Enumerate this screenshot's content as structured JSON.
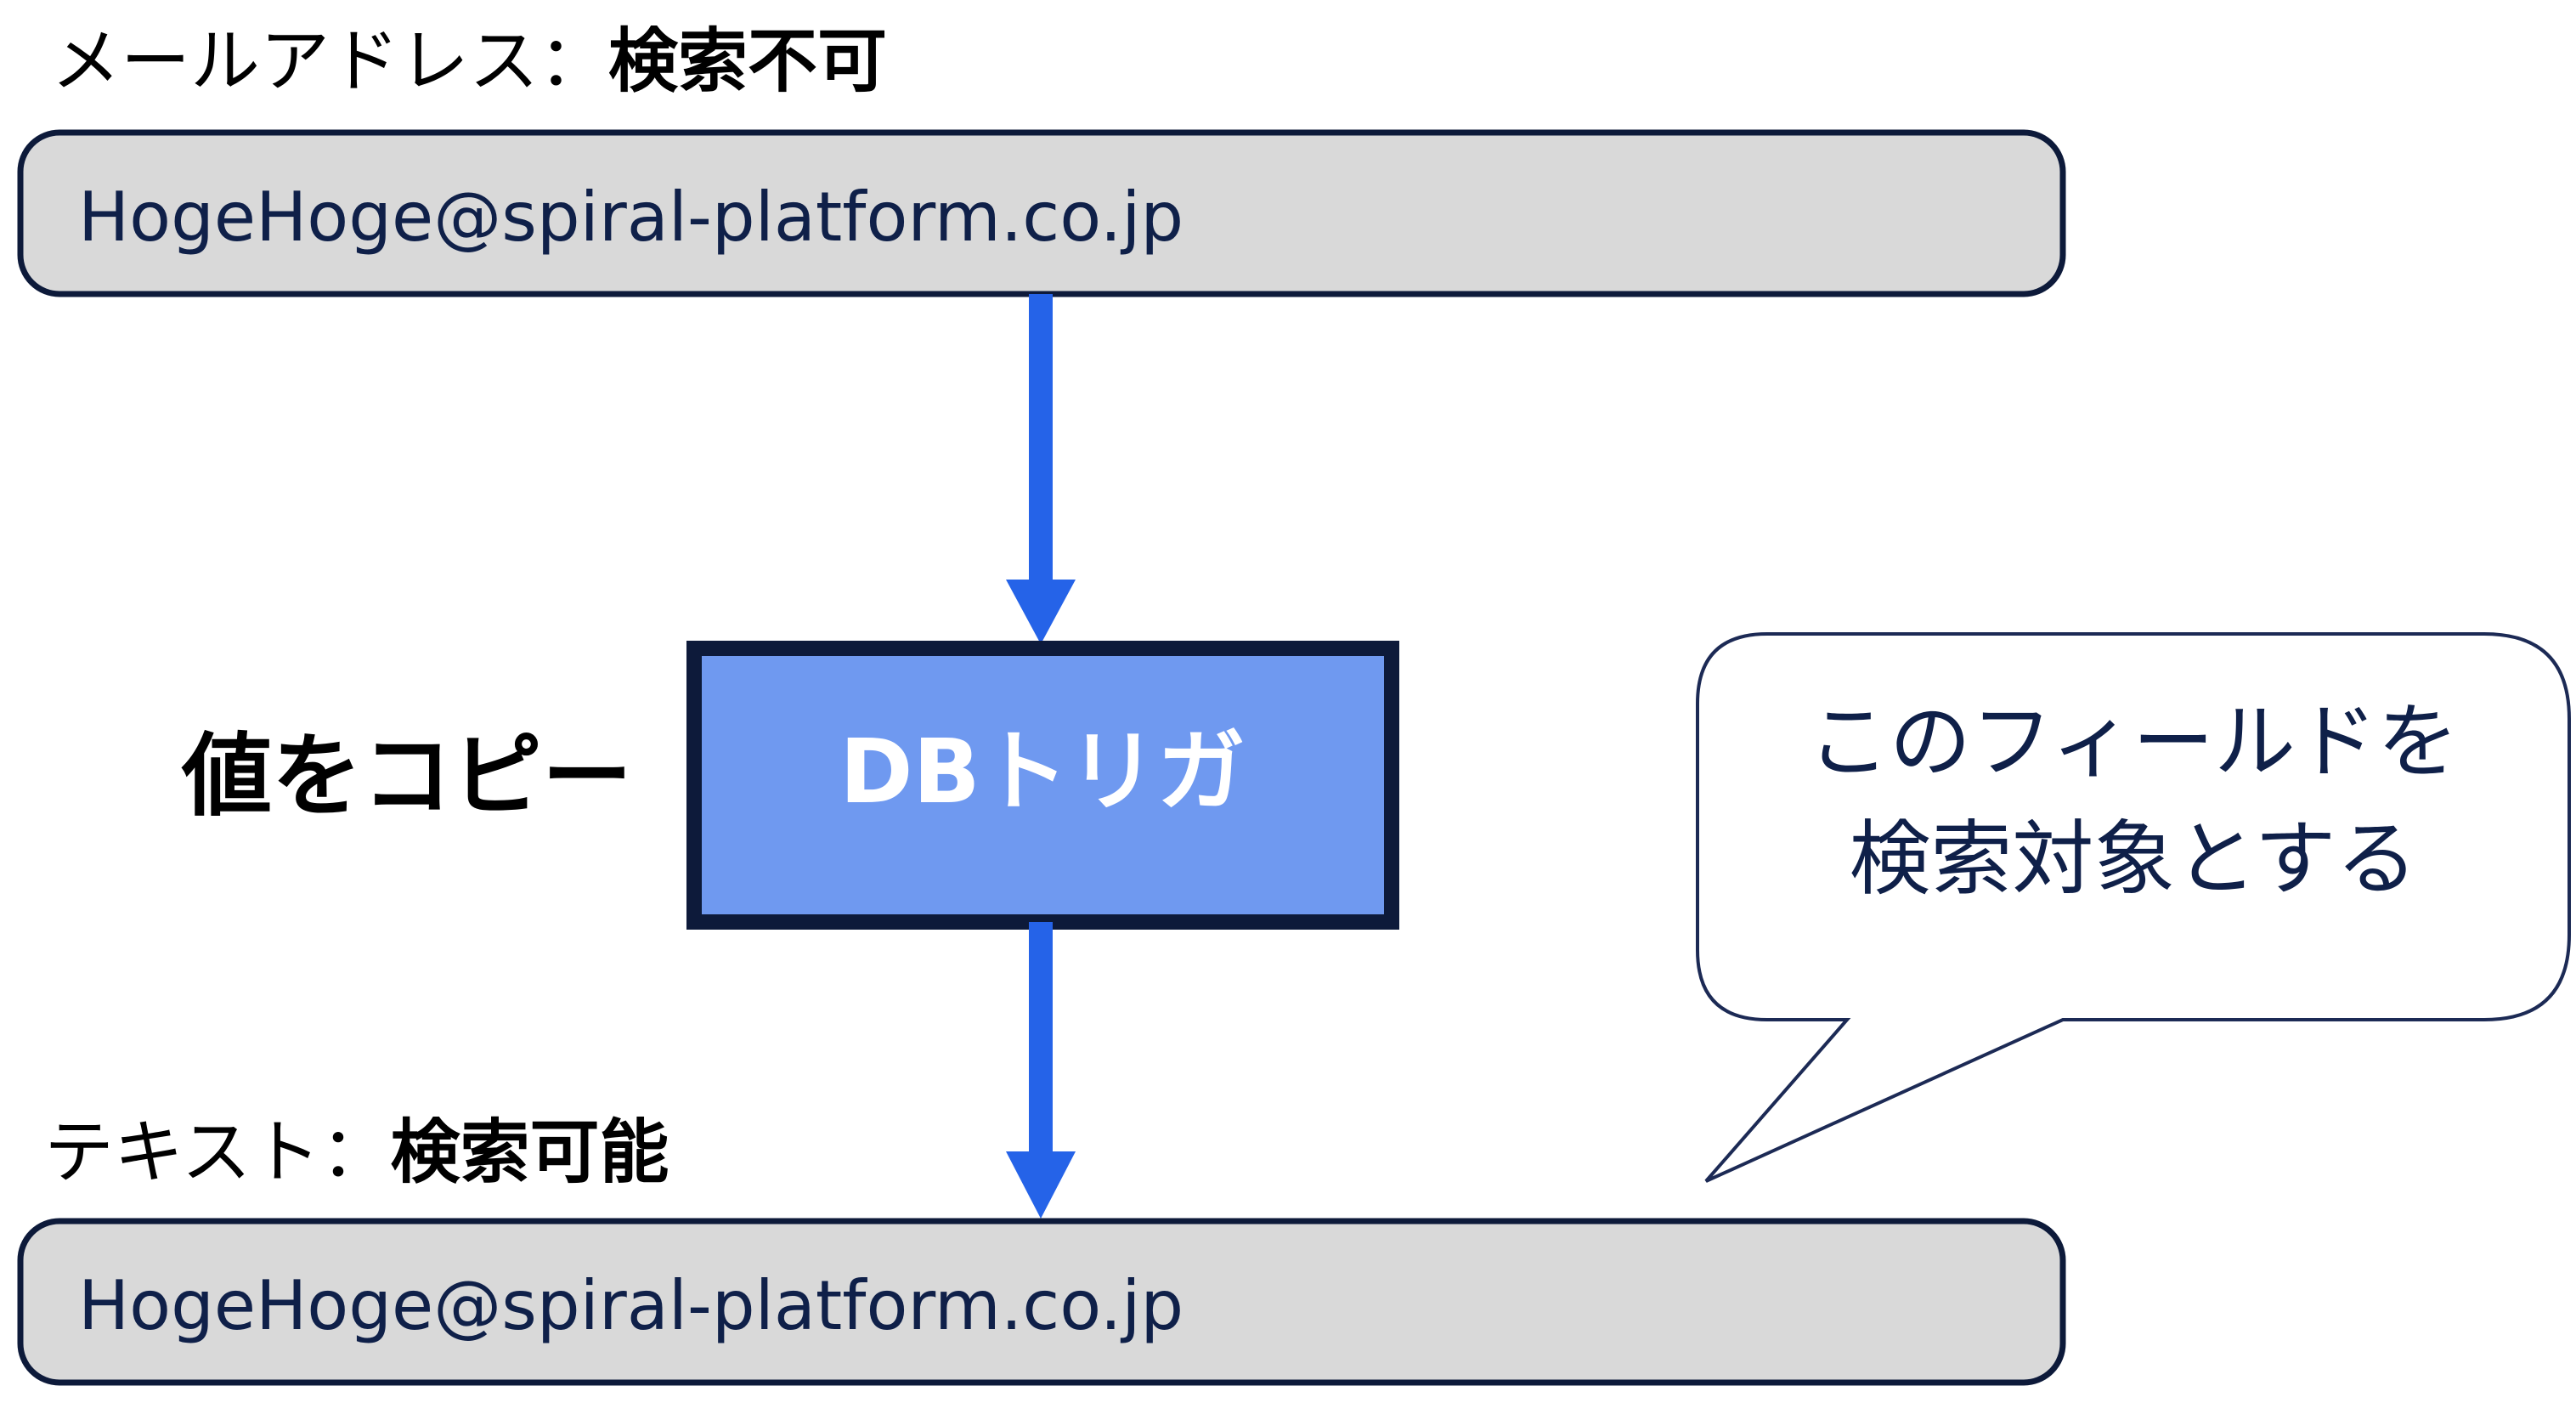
{
  "source_field": {
    "label": "メールアドレス：",
    "status": "検索不可",
    "value": "HogeHoge@spiral-platform.co.jp"
  },
  "trigger": {
    "label": "DBトリガ",
    "action": "値をコピー"
  },
  "target_field": {
    "label": "テキスト：",
    "status": "検索可能",
    "value": "HogeHoge@spiral-platform.co.jp"
  },
  "callout": {
    "line1": "このフィールドを",
    "line2": "検索対象とする"
  },
  "colors": {
    "field_fill": "#d9d9d9",
    "field_border": "#0d1a3a",
    "field_text": "#0f2049",
    "arrow": "#2563e8",
    "trigger_fill": "#6f99f0",
    "trigger_border": "#0d1a3a",
    "callout_border": "#1c2a55"
  }
}
